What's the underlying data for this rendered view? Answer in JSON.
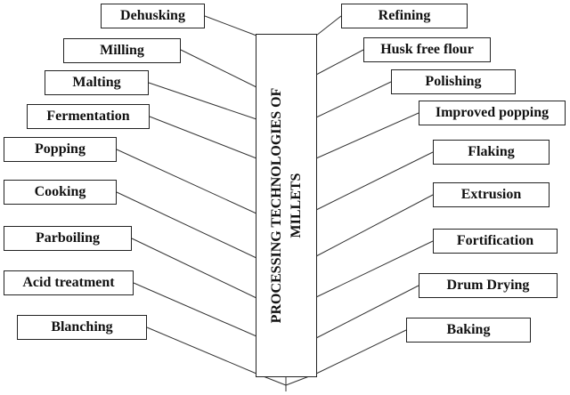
{
  "title_lines": [
    "PROCESSING TECHNOLOGIES OF",
    "MILLETS"
  ],
  "left_items": [
    "Dehusking",
    "Milling",
    "Malting",
    "Fermentation",
    "Popping",
    "Cooking",
    "Parboiling",
    "Acid treatment",
    "Blanching"
  ],
  "right_items": [
    "Refining",
    "Husk free flour",
    "Polishing",
    "Improved popping",
    "Flaking",
    "Extrusion",
    "Fortification",
    "Drum Drying",
    "Baking"
  ]
}
